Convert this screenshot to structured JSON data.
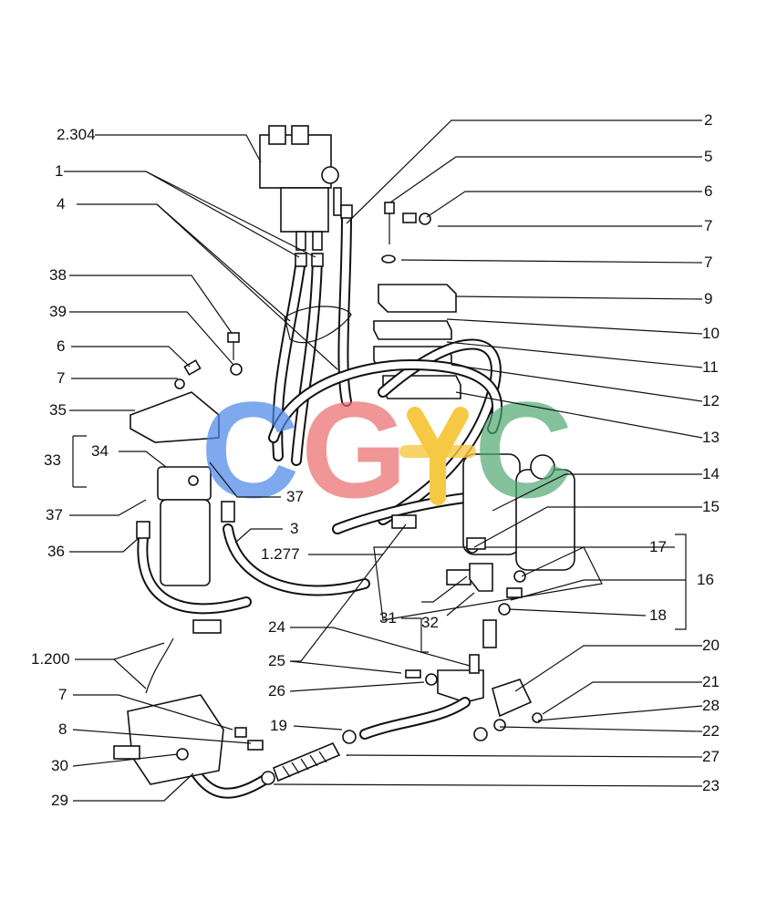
{
  "labels": {
    "l_2_304": "2.304",
    "l_1": "1",
    "l_4": "4",
    "l_38": "38",
    "l_39": "39",
    "l_6_left": "6",
    "l_7_left": "7",
    "l_35": "35",
    "l_33": "33",
    "l_34": "34",
    "l_37_left": "37",
    "l_36": "36",
    "l_37_mid": "37",
    "l_3": "3",
    "l_1_277": "1.277",
    "l_24": "24",
    "l_25": "25",
    "l_26": "26",
    "l_1_200": "1.200",
    "l_7_bottom": "7",
    "l_8": "8",
    "l_30": "30",
    "l_29": "29",
    "l_19": "19",
    "l_31": "31",
    "l_32": "32",
    "l_2": "2",
    "l_5": "5",
    "l_6_right": "6",
    "l_7_right_a": "7",
    "l_7_right_b": "7",
    "l_9": "9",
    "l_10": "10",
    "l_11": "11",
    "l_12": "12",
    "l_13": "13",
    "l_14": "14",
    "l_15": "15",
    "l_17": "17",
    "l_16": "16",
    "l_18": "18",
    "l_20": "20",
    "l_21": "21",
    "l_28": "28",
    "l_22": "22",
    "l_27": "27",
    "l_23": "23"
  },
  "watermark": {
    "letters": [
      "C",
      "G",
      "C"
    ],
    "colors": [
      "#4a86e8",
      "#ea6a6a",
      "#f6c944",
      "#4fa971"
    ]
  }
}
